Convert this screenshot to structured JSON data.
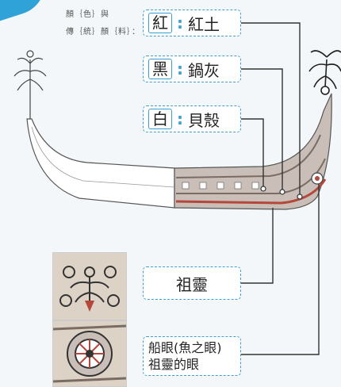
{
  "intro": {
    "line1": "顏｛色｝與",
    "line2": "傳｛統｝顏｛料｝："
  },
  "labels": [
    {
      "id": "red",
      "color_char": "紅",
      "material": "紅土",
      "colon": ":"
    },
    {
      "id": "black",
      "color_char": "黑",
      "material": "鍋灰",
      "colon": ":"
    },
    {
      "id": "white",
      "color_char": "白",
      "material": "貝殼",
      "colon": ":"
    }
  ],
  "motifs": {
    "spirit": "祖靈",
    "eye_line1": "船眼(魚之眼)",
    "eye_line2": "祖靈的眼"
  },
  "colors": {
    "accent_blue": "#3b9ed6",
    "red_earth": "#b5473b",
    "boat_gray": "#c9bfb8"
  }
}
